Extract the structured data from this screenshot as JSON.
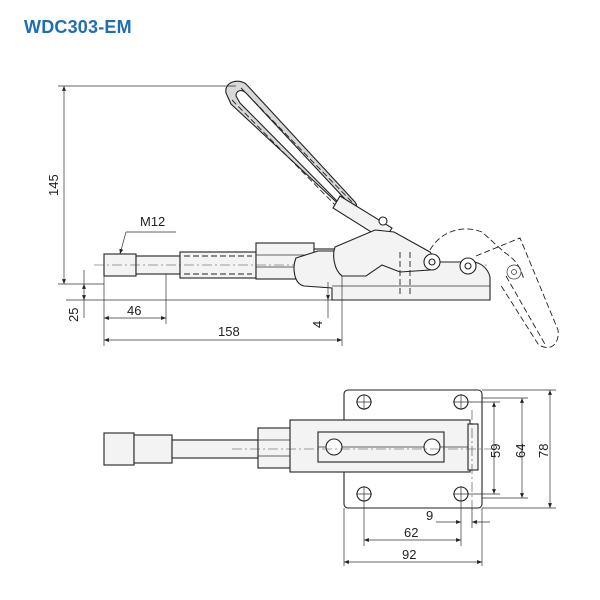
{
  "title": "WDC303-EM",
  "side_view": {
    "thread_label": "M12",
    "dim_height": "145",
    "dim_base_height": "25",
    "dim_thread_length": "46",
    "dim_total_length": "158",
    "dim_small": "4"
  },
  "top_view": {
    "dim_hole_spacing_v": "59",
    "dim_inner_height": "64",
    "dim_plate_height": "78",
    "dim_hole_offset": "9",
    "dim_hole_spacing_h": "62",
    "dim_plate_width": "92"
  }
}
